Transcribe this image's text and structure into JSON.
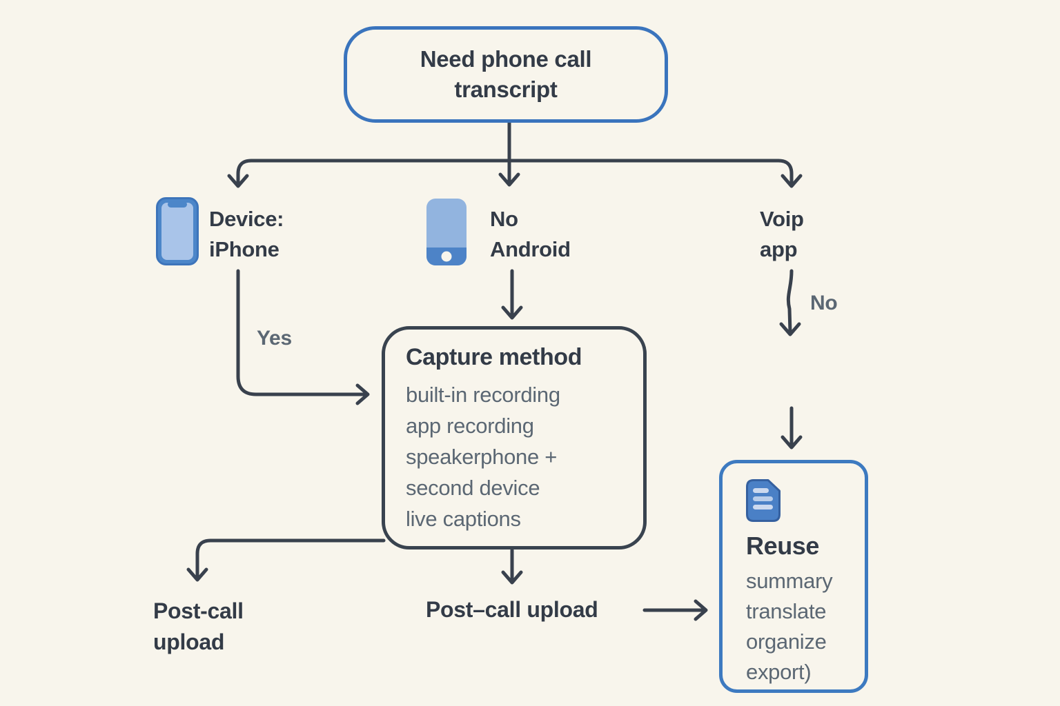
{
  "palette": {
    "background": "#f8f5ec",
    "line": "#39414d",
    "dark_text": "#333b47",
    "gray_text": "#5b6773",
    "blue_border": "#3a74bd",
    "dark_border": "#39434f",
    "icon_frame_blue": "#4c86c9",
    "icon_screen_blue": "#a9c4e9",
    "icon_band_blue": "#4d83c7"
  },
  "diagram": {
    "start": {
      "label": "Need phone call transcript"
    },
    "branch_iphone": {
      "label": "Device:\niPhone"
    },
    "branch_android": {
      "label": "No\nAndroid"
    },
    "branch_voip": {
      "label": "Voip\napp"
    },
    "edge_yes": {
      "label": "Yes"
    },
    "edge_no": {
      "label": "No"
    },
    "capture": {
      "title": "Capture method",
      "items": [
        "built-in recording",
        "app recording",
        "speakerphone +",
        "second device",
        "live captions"
      ]
    },
    "reuse": {
      "title": "Reuse",
      "items": [
        "summary",
        "translate",
        "organize",
        "export)"
      ]
    },
    "post_call_left": {
      "label": "Post-call\nupload"
    },
    "post_call_center": {
      "label": "Post–call upload"
    }
  }
}
